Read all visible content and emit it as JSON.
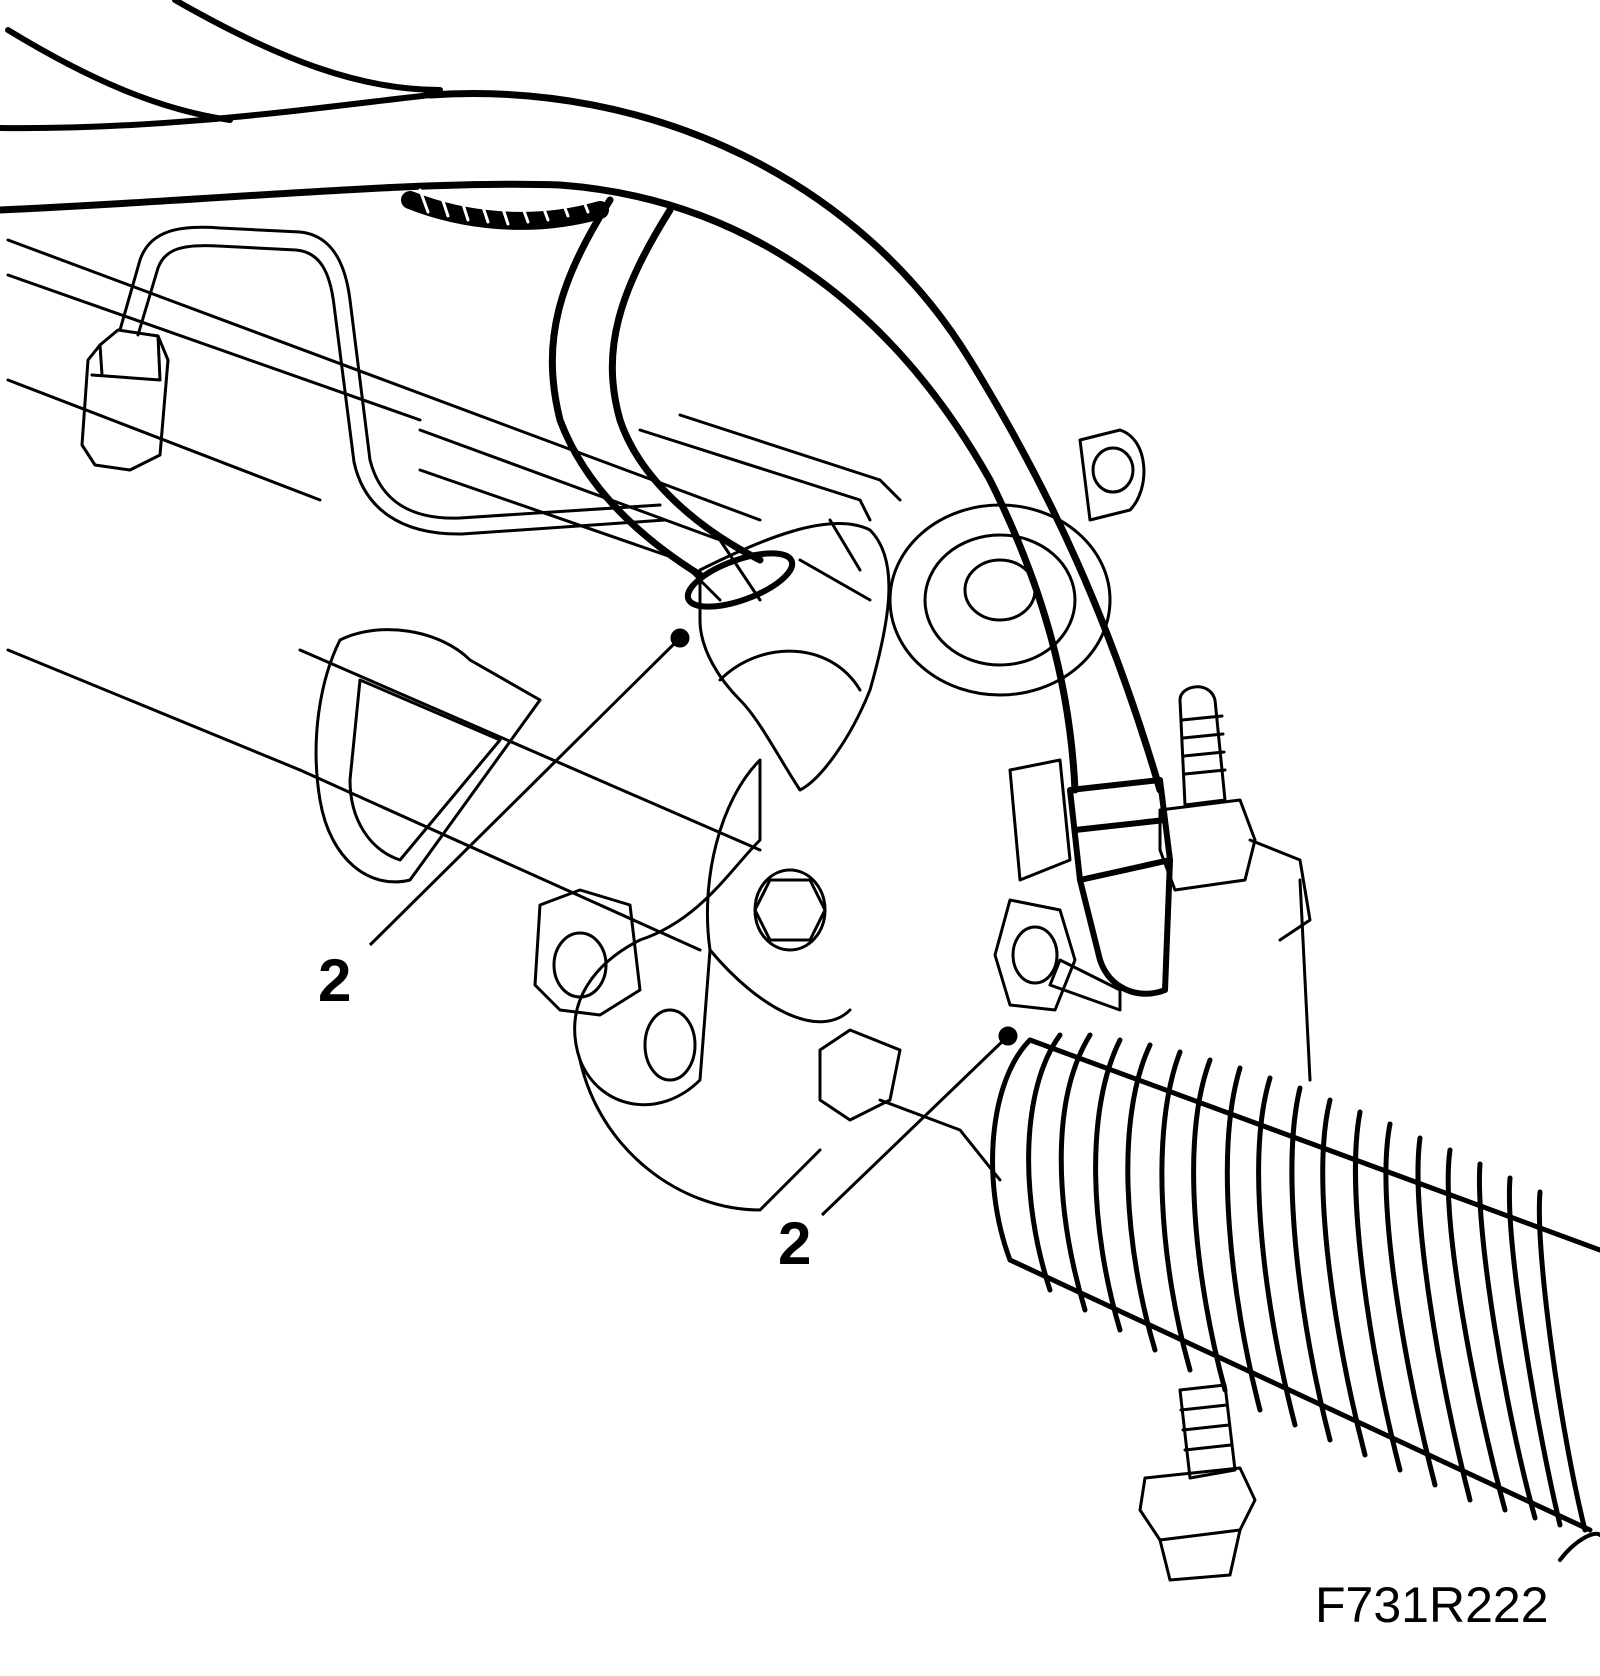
{
  "callouts": [
    {
      "label": "2"
    },
    {
      "label": "2"
    }
  ],
  "figure_code": "F731R222",
  "colors": {
    "line": "#000000",
    "background": "#ffffff"
  }
}
